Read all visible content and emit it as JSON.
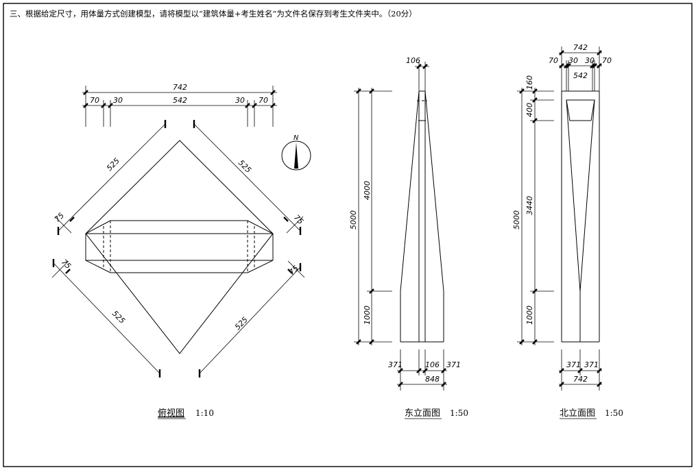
{
  "question": "三、根据给定尺寸，用体量方式创建模型，请将模型以“建筑体量+考生姓名”为文件名保存到考生文件夹中。（20分）",
  "plan_view": {
    "title": "俯视图",
    "scale": "1:10",
    "dim_total": "742",
    "dim_segments": [
      "70",
      "30",
      "542",
      "30",
      "70"
    ],
    "dim_525": "525",
    "dim_75": "75",
    "north": "N"
  },
  "east_view": {
    "title": "东立面图",
    "scale": "1:50",
    "top_width": "106",
    "height_total": "5000",
    "height_upper": "4000",
    "height_lower": "1000",
    "bottom_left": "371",
    "bottom_mid": "106",
    "bottom_right": "371",
    "bottom_total": "848"
  },
  "north_view": {
    "title": "北立面图",
    "scale": "1:50",
    "top_total": "742",
    "top_segments": [
      "70",
      "30",
      "542",
      "30",
      "70"
    ],
    "height_total": "5000",
    "h_160": "160",
    "h_400": "400",
    "h_3440": "3440",
    "h_1000": "1000",
    "bottom_left": "371",
    "bottom_right": "371",
    "bottom_total": "742"
  }
}
